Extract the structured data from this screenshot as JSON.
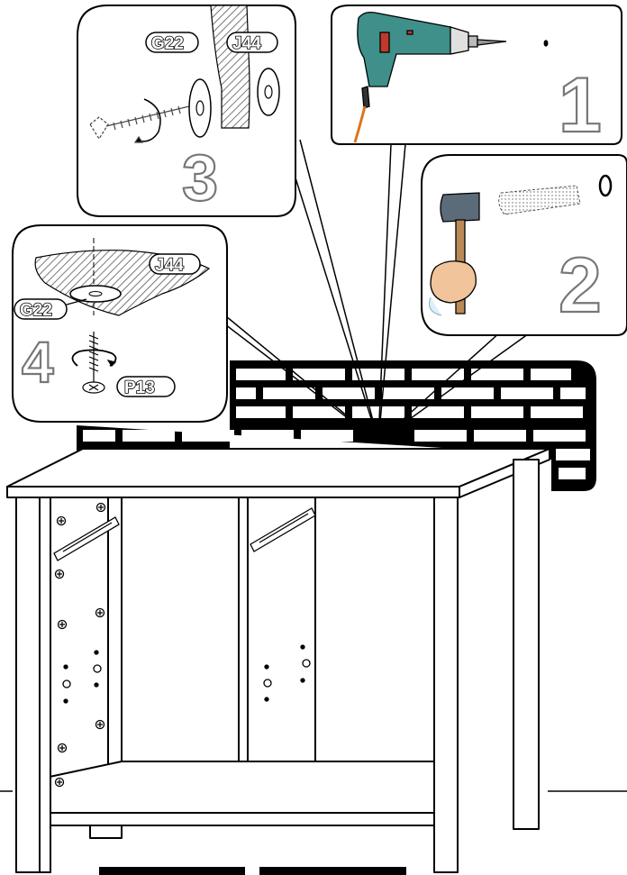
{
  "steps": [
    {
      "id": "step-1",
      "number": "1",
      "tool": "drill-icon"
    },
    {
      "id": "step-2",
      "number": "2",
      "tool": "hammer-icon"
    },
    {
      "id": "step-3",
      "number": "3",
      "parts": [
        "G22",
        "J44"
      ]
    },
    {
      "id": "step-4",
      "number": "4",
      "parts": [
        "J44",
        "G22",
        "P13"
      ]
    }
  ],
  "labels": {
    "step3_g22": "G22",
    "step3_j44": "J44",
    "step4_j44": "J44",
    "step4_g22": "G22",
    "step4_p13": "P13"
  },
  "colors": {
    "outline": "#000000",
    "step_number": "#777777",
    "drill_body": "#3f8f8a",
    "drill_accent": "#c0392b",
    "drill_cable": "#d9771f",
    "hammer_head": "#5b6b7a",
    "hammer_handle": "#b98a55",
    "hand": "#f2c49b"
  }
}
